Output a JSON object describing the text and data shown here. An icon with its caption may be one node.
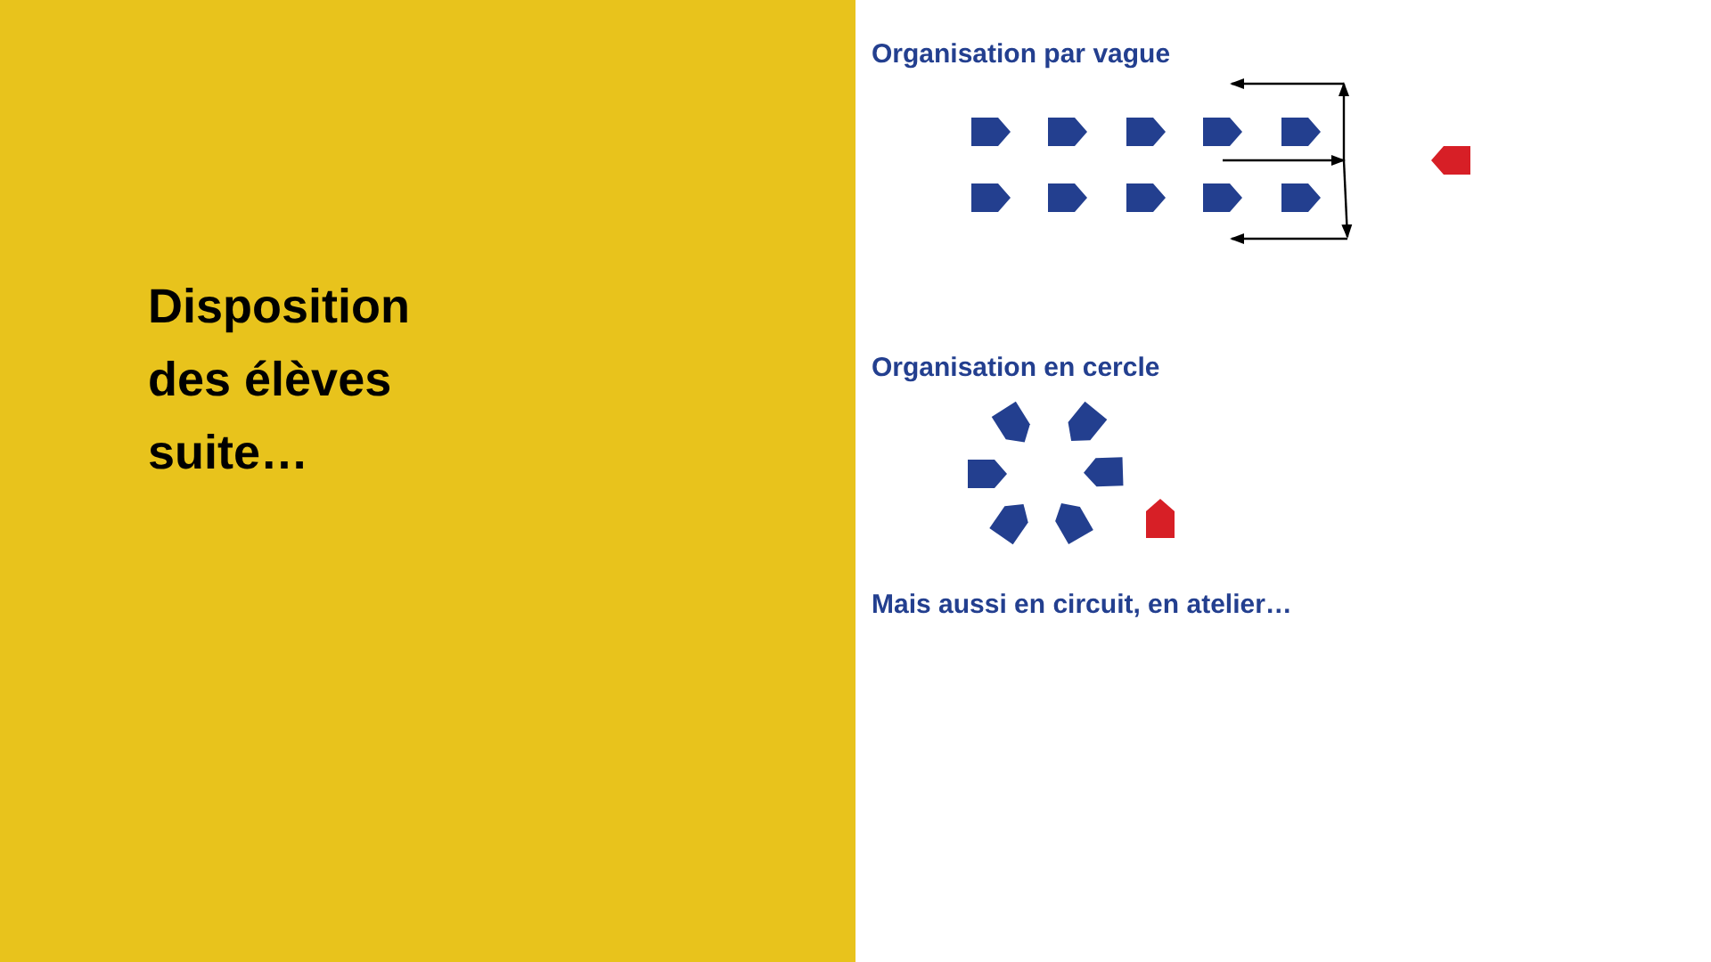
{
  "diagram": {
    "title": "Disposition des élèves suite…",
    "labels": [
      "Organisation par vague",
      "Organisation en cercle",
      "Mais aussi en circuit, en atelier…"
    ]
  }
}
